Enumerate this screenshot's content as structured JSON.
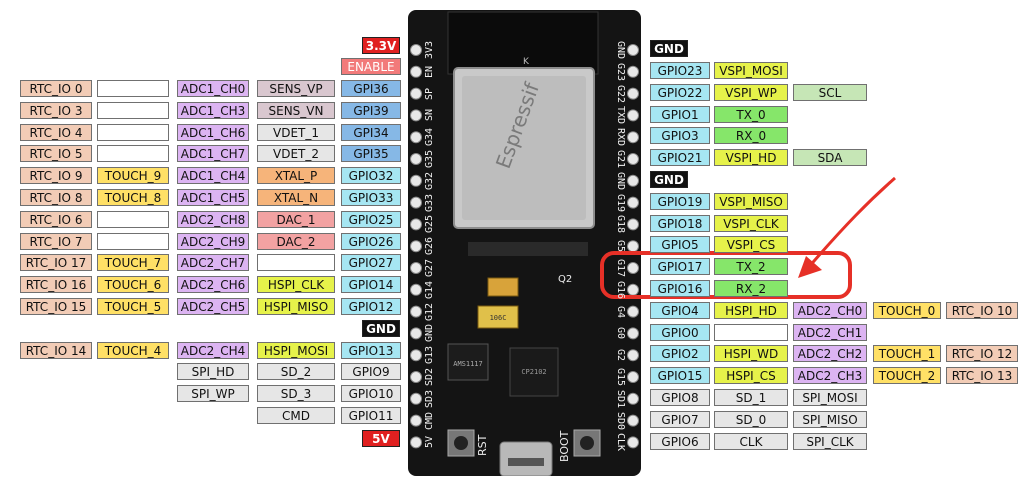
{
  "colors": {
    "rtc": "#f2ccb6",
    "touch": "#ffe066",
    "adc": "#dcb4f2",
    "sens": "#d9c7cf",
    "gpio_in": "#86b8e6",
    "gpio": "#a6e6f2",
    "xtal": "#f6b47a",
    "dac": "#f2a2a2",
    "hspi": "#e6f24a",
    "vspi": "#e6f24a",
    "uart": "#86e66a",
    "i2c": "#c6e6b6",
    "flash": "#e6e6e6",
    "red": "#e02020",
    "black": "#111111",
    "blank": "#ffffff",
    "highlight": "#e63027"
  },
  "left_labels": {
    "v33": "3.3V",
    "enable": "ENABLE",
    "gnd": "GND",
    "v5": "5V",
    "rows": [
      {
        "cells": [
          [
            "RTC_IO 0",
            "rtc"
          ],
          [
            "",
            "blank"
          ],
          [
            "ADC1_CH0",
            "adc"
          ],
          [
            "SENS_VP",
            "sens"
          ],
          [
            "GPI36",
            "gpio_in"
          ]
        ]
      },
      {
        "cells": [
          [
            "RTC_IO 3",
            "rtc"
          ],
          [
            "",
            "blank"
          ],
          [
            "ADC1_CH3",
            "adc"
          ],
          [
            "SENS_VN",
            "sens"
          ],
          [
            "GPI39",
            "gpio_in"
          ]
        ]
      },
      {
        "cells": [
          [
            "RTC_IO 4",
            "rtc"
          ],
          [
            "",
            "blank"
          ],
          [
            "ADC1_CH6",
            "adc"
          ],
          [
            "VDET_1",
            "flash"
          ],
          [
            "GPI34",
            "gpio_in"
          ]
        ]
      },
      {
        "cells": [
          [
            "RTC_IO 5",
            "rtc"
          ],
          [
            "",
            "blank"
          ],
          [
            "ADC1_CH7",
            "adc"
          ],
          [
            "VDET_2",
            "flash"
          ],
          [
            "GPI35",
            "gpio_in"
          ]
        ]
      },
      {
        "cells": [
          [
            "RTC_IO 9",
            "rtc"
          ],
          [
            "TOUCH_9",
            "touch"
          ],
          [
            "ADC1_CH4",
            "adc"
          ],
          [
            "XTAL_P",
            "xtal"
          ],
          [
            "GPIO32",
            "gpio"
          ]
        ]
      },
      {
        "cells": [
          [
            "RTC_IO 8",
            "rtc"
          ],
          [
            "TOUCH_8",
            "touch"
          ],
          [
            "ADC1_CH5",
            "adc"
          ],
          [
            "XTAL_N",
            "xtal"
          ],
          [
            "GPIO33",
            "gpio"
          ]
        ]
      },
      {
        "cells": [
          [
            "RTC_IO 6",
            "rtc"
          ],
          [
            "",
            "blank"
          ],
          [
            "ADC2_CH8",
            "adc"
          ],
          [
            "DAC_1",
            "dac"
          ],
          [
            "GPIO25",
            "gpio"
          ]
        ]
      },
      {
        "cells": [
          [
            "RTC_IO 7",
            "rtc"
          ],
          [
            "",
            "blank"
          ],
          [
            "ADC2_CH9",
            "adc"
          ],
          [
            "DAC_2",
            "dac"
          ],
          [
            "GPIO26",
            "gpio"
          ]
        ]
      },
      {
        "cells": [
          [
            "RTC_IO 17",
            "rtc"
          ],
          [
            "TOUCH_7",
            "touch"
          ],
          [
            "ADC2_CH7",
            "adc"
          ],
          [
            "",
            "blank"
          ],
          [
            "GPIO27",
            "gpio"
          ]
        ]
      },
      {
        "cells": [
          [
            "RTC_IO 16",
            "rtc"
          ],
          [
            "TOUCH_6",
            "touch"
          ],
          [
            "ADC2_CH6",
            "adc"
          ],
          [
            "HSPI_CLK",
            "hspi"
          ],
          [
            "GPIO14",
            "gpio"
          ]
        ]
      },
      {
        "cells": [
          [
            "RTC_IO 15",
            "rtc"
          ],
          [
            "TOUCH_5",
            "touch"
          ],
          [
            "ADC2_CH5",
            "adc"
          ],
          [
            "HSPI_MISO",
            "hspi"
          ],
          [
            "GPIO12",
            "gpio"
          ]
        ]
      },
      {
        "cells": []
      },
      {
        "cells": [
          [
            "RTC_IO 14",
            "rtc"
          ],
          [
            "TOUCH_4",
            "touch"
          ],
          [
            "ADC2_CH4",
            "adc"
          ],
          [
            "HSPI_MOSI",
            "hspi"
          ],
          [
            "GPIO13",
            "gpio"
          ]
        ]
      },
      {
        "cells": [
          null,
          null,
          [
            "SPI_HD",
            "flash"
          ],
          [
            "SD_2",
            "flash"
          ],
          [
            "GPIO9",
            "flash"
          ]
        ]
      },
      {
        "cells": [
          null,
          null,
          [
            "SPI_WP",
            "flash"
          ],
          [
            "SD_3",
            "flash"
          ],
          [
            "GPIO10",
            "flash"
          ]
        ]
      },
      {
        "cells": [
          null,
          null,
          null,
          [
            "CMD",
            "flash"
          ],
          [
            "GPIO11",
            "flash"
          ]
        ]
      }
    ]
  },
  "right_labels": {
    "gnd_top": "GND",
    "gnd_mid": "GND",
    "rows": [
      {
        "cells": [
          [
            "GPIO23",
            "gpio"
          ],
          [
            "VSPI_MOSI",
            "vspi"
          ]
        ]
      },
      {
        "cells": [
          [
            "GPIO22",
            "gpio"
          ],
          [
            "VSPI_WP",
            "vspi"
          ],
          [
            "SCL",
            "i2c"
          ]
        ]
      },
      {
        "cells": [
          [
            "GPIO1",
            "gpio"
          ],
          [
            "TX_0",
            "uart"
          ]
        ]
      },
      {
        "cells": [
          [
            "GPIO3",
            "gpio"
          ],
          [
            "RX_0",
            "uart"
          ]
        ]
      },
      {
        "cells": [
          [
            "GPIO21",
            "gpio"
          ],
          [
            "VSPI_HD",
            "vspi"
          ],
          [
            "SDA",
            "i2c"
          ]
        ]
      },
      {
        "cells": []
      },
      {
        "cells": [
          [
            "GPIO19",
            "gpio"
          ],
          [
            "VSPI_MISO",
            "vspi"
          ]
        ]
      },
      {
        "cells": [
          [
            "GPIO18",
            "gpio"
          ],
          [
            "VSPI_CLK",
            "vspi"
          ]
        ]
      },
      {
        "cells": [
          [
            "GPIO5",
            "gpio"
          ],
          [
            "VSPI_CS",
            "vspi"
          ]
        ]
      },
      {
        "cells": [
          [
            "GPIO17",
            "gpio"
          ],
          [
            "TX_2",
            "uart"
          ]
        ]
      },
      {
        "cells": [
          [
            "GPIO16",
            "gpio"
          ],
          [
            "RX_2",
            "uart"
          ]
        ]
      },
      {
        "cells": [
          [
            "GPIO4",
            "gpio"
          ],
          [
            "HSPI_HD",
            "hspi"
          ],
          [
            "ADC2_CH0",
            "adc"
          ],
          [
            "TOUCH_0",
            "touch"
          ],
          [
            "RTC_IO 10",
            "rtc"
          ]
        ]
      },
      {
        "cells": [
          [
            "GPIO0",
            "gpio"
          ],
          [
            "",
            "blank"
          ],
          [
            "ADC2_CH1",
            "adc"
          ]
        ]
      },
      {
        "cells": [
          [
            "GPIO2",
            "gpio"
          ],
          [
            "HSPI_WD",
            "hspi"
          ],
          [
            "ADC2_CH2",
            "adc"
          ],
          [
            "TOUCH_1",
            "touch"
          ],
          [
            "RTC_IO 12",
            "rtc"
          ]
        ]
      },
      {
        "cells": [
          [
            "GPIO15",
            "gpio"
          ],
          [
            "HSPI_CS",
            "hspi"
          ],
          [
            "ADC2_CH3",
            "adc"
          ],
          [
            "TOUCH_2",
            "touch"
          ],
          [
            "RTC_IO 13",
            "rtc"
          ]
        ]
      },
      {
        "cells": [
          [
            "GPIO8",
            "flash"
          ],
          [
            "SD_1",
            "flash"
          ],
          [
            "SPI_MOSI",
            "flash"
          ]
        ]
      },
      {
        "cells": [
          [
            "GPIO7",
            "flash"
          ],
          [
            "SD_0",
            "flash"
          ],
          [
            "SPI_MISO",
            "flash"
          ]
        ]
      },
      {
        "cells": [
          [
            "GPIO6",
            "flash"
          ],
          [
            "CLK",
            "flash"
          ],
          [
            "SPI_CLK",
            "flash"
          ]
        ]
      }
    ]
  },
  "board": {
    "left_pins": [
      "3V3",
      "EN",
      "SP",
      "SN",
      "G34",
      "G35",
      "G32",
      "G33",
      "G25",
      "G26",
      "G27",
      "G14",
      "G12",
      "GND",
      "G13",
      "SD2",
      "SD3",
      "CMD",
      "5V"
    ],
    "right_pins": [
      "GND",
      "G23",
      "G22",
      "TXD",
      "RXD",
      "G21",
      "GND",
      "G19",
      "G18",
      "G5",
      "G17",
      "G16",
      "G4",
      "G0",
      "G2",
      "G15",
      "SD1",
      "SD0",
      "CLK"
    ],
    "module_brand": "Espressif",
    "module_mark": "K",
    "reg_text": "AMS1117",
    "usb_text": "CP2102",
    "rst_label": "RST",
    "boot_label": "BOOT",
    "cap_text": "106C",
    "q2_label": "Q2"
  }
}
